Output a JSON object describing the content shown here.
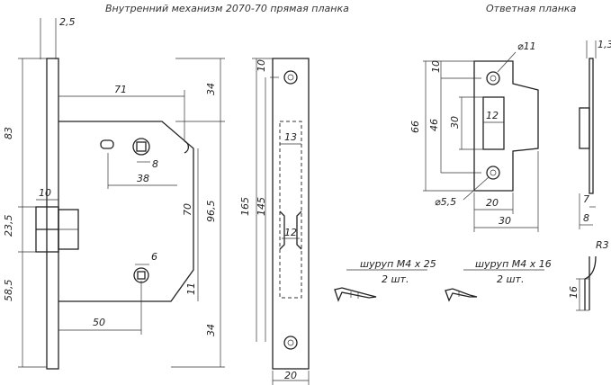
{
  "titles": {
    "main": "Внутренний механизм 2070-70 прямая планка",
    "strike": "Ответная планка"
  },
  "dims": {
    "d_2_5": "2,5",
    "d_83": "83",
    "d_71": "71",
    "d_34_top": "34",
    "d_10_left": "10",
    "d_8": "8",
    "d_38": "38",
    "d_70": "70",
    "d_96_5": "96,5",
    "d_23_5": "23,5",
    "d_58_5": "58,5",
    "d_6": "6",
    "d_11": "11",
    "d_50": "50",
    "d_34_bot": "34",
    "d_10_plate": "10",
    "d_165": "165",
    "d_145": "145",
    "d_13": "13",
    "d_12_plate": "12",
    "d_20_plate": "20",
    "d_dia11": "⌀11",
    "d_10_strike": "10",
    "d_66": "66",
    "d_46": "46",
    "d_30_inner": "30",
    "d_12_strike": "12",
    "d_dia5_5": "⌀5,5",
    "d_20_strike": "20",
    "d_30_strike": "30",
    "d_1_3": "1,3",
    "d_7": "7",
    "d_8_side": "8",
    "d_r3": "R3",
    "d_16": "16"
  },
  "screws": {
    "s1_name": "шуруп М4 х 25",
    "s1_qty": "2 шт.",
    "s2_name": "шуруп М4 х 16",
    "s2_qty": "2 шт."
  }
}
